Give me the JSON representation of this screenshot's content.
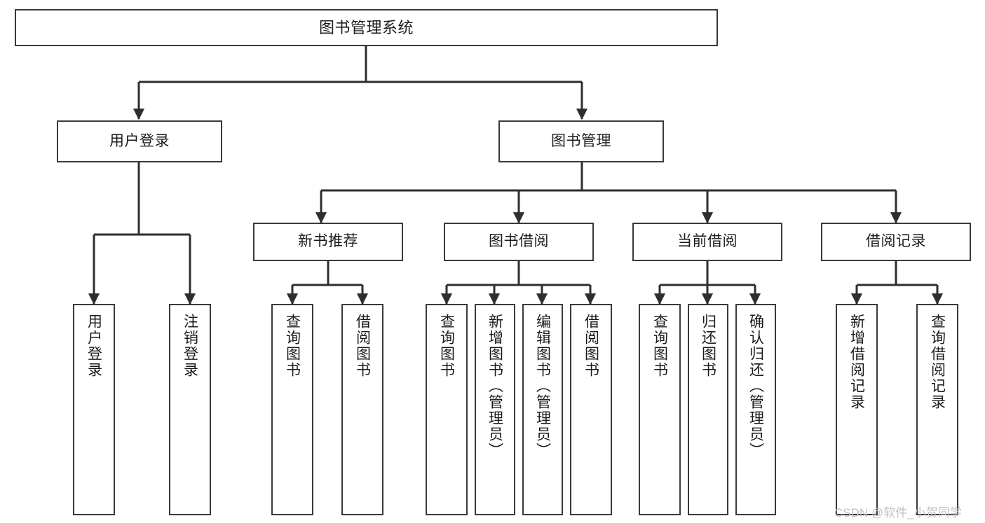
{
  "diagram": {
    "title": "图书管理系统",
    "type": "tree",
    "colors": {
      "box_border": "#3a3a3a",
      "box_fill": "#ffffff",
      "connector": "#2e2e2e",
      "text": "#1b1b1b",
      "watermark": "#c2c2c2",
      "background": "#ffffff"
    }
  },
  "root": {
    "label": "图书管理系统"
  },
  "level2": [
    {
      "label": "用户登录"
    },
    {
      "label": "图书管理"
    }
  ],
  "level3": [
    {
      "label": "新书推荐"
    },
    {
      "label": "图书借阅"
    },
    {
      "label": "当前借阅"
    },
    {
      "label": "借阅记录"
    }
  ],
  "leaves": {
    "user_login": [
      {
        "label": "用户登录"
      },
      {
        "label": "注销登录"
      }
    ],
    "new_book_recommend": [
      {
        "label": "查询图书"
      },
      {
        "label": "借阅图书"
      }
    ],
    "book_borrow": [
      {
        "label": "查询图书"
      },
      {
        "label": "新增图书（管理员）"
      },
      {
        "label": "编辑图书（管理员）"
      },
      {
        "label": "借阅图书"
      }
    ],
    "current_borrow": [
      {
        "label": "查询图书"
      },
      {
        "label": "归还图书"
      },
      {
        "label": "确认归还（管理员）"
      }
    ],
    "borrow_record": [
      {
        "label": "新增借阅记录"
      },
      {
        "label": "查询借阅记录"
      }
    ]
  },
  "watermark": {
    "text": "CSDN @软件_小贺同学"
  }
}
